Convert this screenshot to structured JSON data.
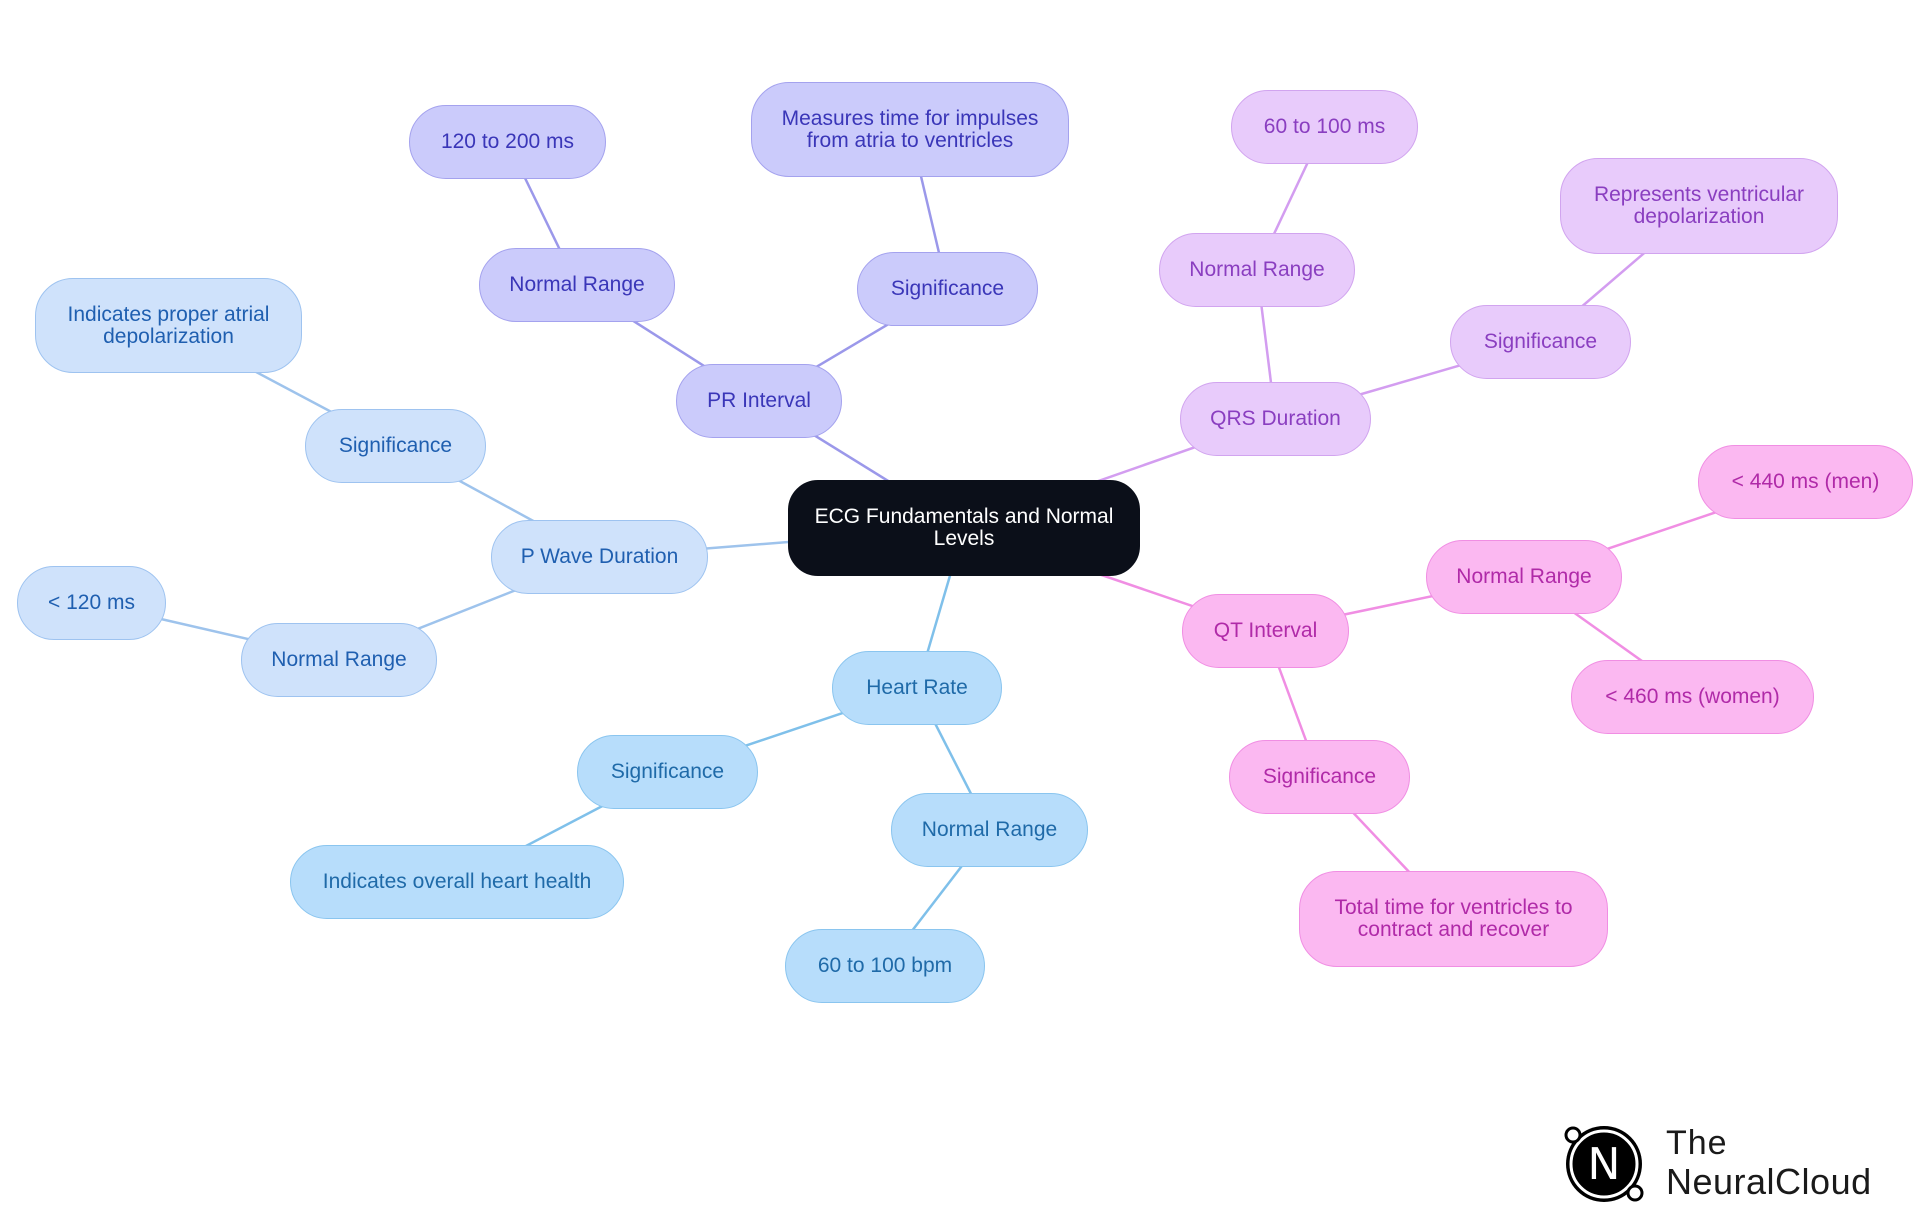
{
  "diagram": {
    "root": "ECG Fundamentals and Normal\nLevels",
    "p_wave": {
      "label": "P Wave Duration",
      "significance": "Significance",
      "significance_detail": "Indicates proper atrial\ndepolarization",
      "normal_range": "Normal Range",
      "normal_value": "< 120 ms"
    },
    "pr_interval": {
      "label": "PR Interval",
      "normal_range": "Normal Range",
      "normal_value": "120 to 200 ms",
      "significance": "Significance",
      "significance_detail": "Measures time for impulses\nfrom atria to ventricles"
    },
    "qrs_duration": {
      "label": "QRS Duration",
      "normal_range": "Normal Range",
      "normal_value": "60 to 100 ms",
      "significance": "Significance",
      "significance_detail": "Represents ventricular\ndepolarization"
    },
    "qt_interval": {
      "label": "QT Interval",
      "normal_range": "Normal Range",
      "normal_value_men": "< 440 ms (men)",
      "normal_value_women": "< 460 ms (women)",
      "significance": "Significance",
      "significance_detail": "Total time for ventricles to\ncontract and recover"
    },
    "heart_rate": {
      "label": "Heart Rate",
      "significance": "Significance",
      "significance_detail": "Indicates overall heart health",
      "normal_range": "Normal Range",
      "normal_value": "60 to 100 bpm"
    }
  },
  "colors": {
    "p_wave_edge": "#9ec3ec",
    "pr_interval_edge": "#9b98ea",
    "qrs_duration_edge": "#d39df0",
    "qt_interval_edge": "#f08ee3",
    "heart_rate_edge": "#7fc0ea"
  },
  "logo": {
    "line1": "The",
    "line2": "NeuralCloud",
    "monogram": "N"
  }
}
